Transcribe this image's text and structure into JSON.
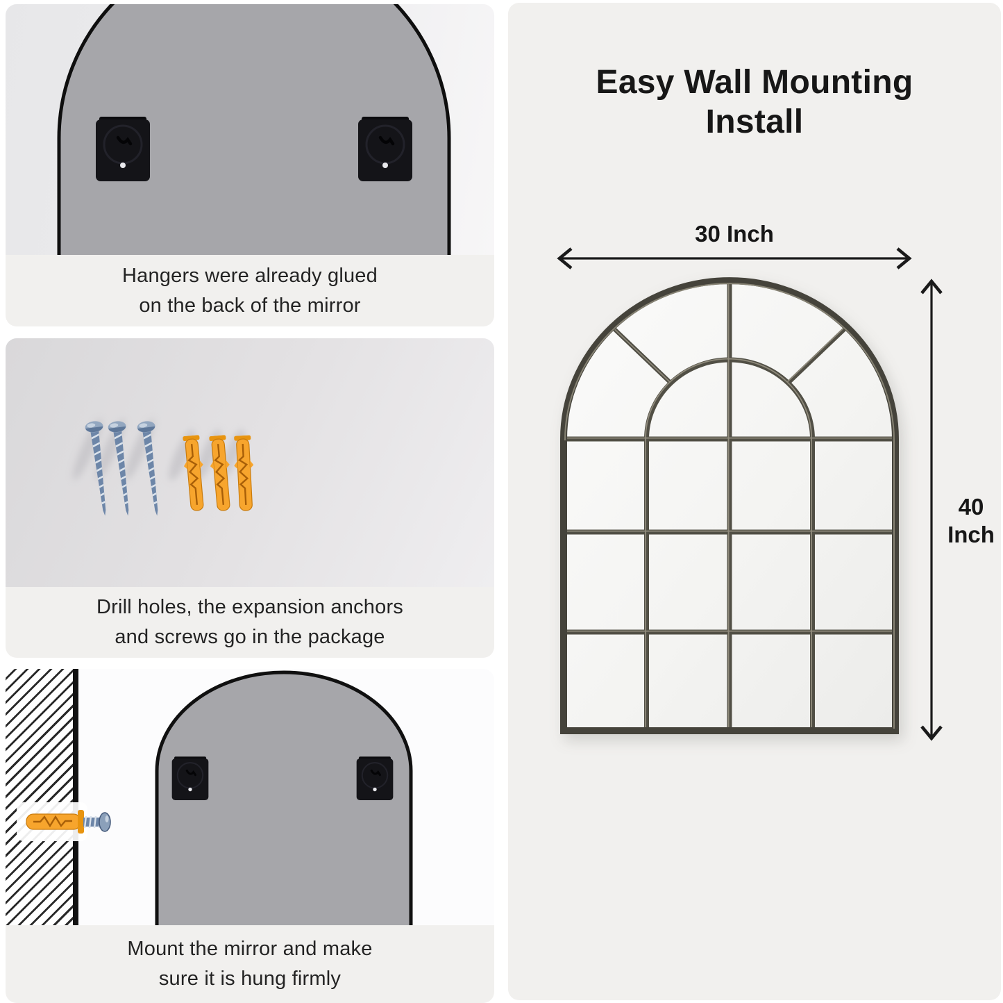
{
  "page_title": "Mirror wall mounting installation infographic",
  "colors": {
    "page_bg": "#ffffff",
    "panel_bg": "#f1f0ee",
    "caption_bg": "#f1f0ee",
    "text": "#232323",
    "title_text": "#171717",
    "arrow": "#1a1a1a",
    "mirror_back_gray": "#a6a6aa",
    "hanger_black": "#141418",
    "screw_blue": "#6d86a8",
    "anchor_orange": "#f7a52d",
    "frame_bronze": "#514f45"
  },
  "steps": [
    {
      "id": "hangers-glued",
      "caption_line1": "Hangers were already glued",
      "caption_line2": "on the back of the mirror"
    },
    {
      "id": "drill-holes",
      "caption_line1": "Drill holes, the expansion anchors",
      "caption_line2": "and screws go in the package"
    },
    {
      "id": "mount-mirror",
      "caption_line1": "Mount the mirror and make",
      "caption_line2": "sure it is hung firmly"
    }
  ],
  "right_panel": {
    "title_line1": "Easy Wall Mounting",
    "title_line2": "Install",
    "width_label": "30 Inch",
    "height_label_line1": "40",
    "height_label_line2": "Inch"
  }
}
